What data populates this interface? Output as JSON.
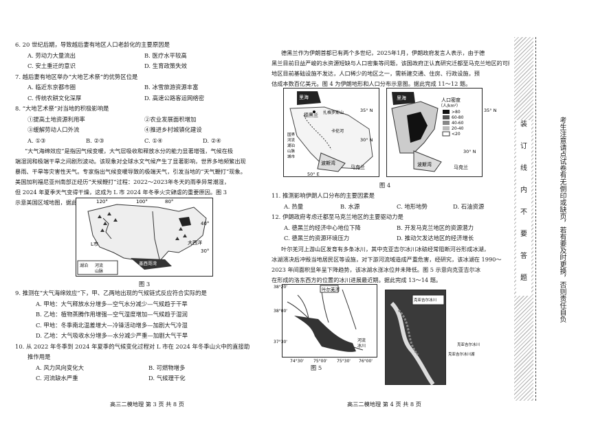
{
  "left": {
    "q6": {
      "stem": "6. 20 世纪后期，导致越后妻有地区人口老龄化的主要原因是",
      "options": [
        "A. 劳动力大量流出",
        "B. 医疗水平较高",
        "C. 安土重迁的意识",
        "D. 生育政策失效"
      ]
    },
    "q7": {
      "stem": "7. 越后妻有地区举办“大地艺术祭”的优势区位是",
      "options": [
        "A. 临近东京都市圈",
        "B. 冰雪旅游资源丰富",
        "C. 传统农耕文化深厚",
        "D. 高速公路客运网络密"
      ]
    },
    "q8": {
      "stem": "8. “大地艺术祭”对当地的积极影响是",
      "items": [
        "①提高土地资源利用率",
        "②农业发展面积增加",
        "③缓解劳动人口外流",
        "④推进乡村城镇化建设"
      ],
      "options": [
        "A. ①③",
        "B. ②③",
        "C. ①④",
        "D. ②④"
      ]
    },
    "passage": [
      "“大气海绵效应”是指因气候变暖，大气层吸收和释放水分的能力显著增强，气候在极",
      "端湿润和极端干旱之间剧烈波动。该现象对全球水文气候产生了显著影响，世界多地频繁出现",
      "暴雨、干旱等灾害性天气。专家指出气候变暖导致的极端天气，引发当地的“天气鞭打”现象。",
      "美国加利福尼亚州南部正经历“天候鞭打”过程：2022～2023年冬天的雨季异常潮湿，",
      "但 2024 年夏季天气变得干燥，这成为 L 市 2024 年冬季火灾肆虐的重要原因。图 3",
      "示意美国区域地图，据此完成 9～10 题。"
    ],
    "fig3": {
      "caption": "图 3",
      "lon_labels": [
        "120°",
        "100°",
        "80°"
      ],
      "lat_labels": [
        "40°",
        "30°"
      ],
      "city": "L市",
      "ocean": "大西洋",
      "gulf": "墨西哥湾",
      "legend": [
        "湖泊",
        "河流",
        "山脉"
      ]
    },
    "q9": {
      "stem": "9. 推测在“大气海绵效应”下，甲、乙两地出现的气候链式反应符合实际的是",
      "options": [
        "A. 甲地：大气释放水分增多—空气水分减少—气候趋于干旱",
        "B. 乙地：植物蒸腾作用增强—空气湿度增加—气候趋于湿润",
        "C. 甲地：冬季南北温差增大—冷锋活动增多—加剧大气冷湿",
        "D. 乙地：大气吸收水分增多—水分减少严重—加剧大气干旱"
      ]
    },
    "q10": {
      "stem1": "10. 从 2022 年冬季到 2024 年夏季的气候变化过程对 L 市在 2024 年冬季山火中的直接助",
      "stem2": "推作用是",
      "options": [
        "A. 风力风向变化大",
        "B. 可燃物增多",
        "C. 河流缺水严重",
        "D. 气候理干化"
      ]
    },
    "footer": "高三二模地理  第 3 页  共 8 页"
  },
  "right": {
    "passage1": [
      "德黑兰作为伊朗首都已有两个多世纪，2025年1月，伊朗政府发言人表示，由于德",
      "黑兰目前日益严峻的水资源短缺与人口密集等问题，该国政府正认真研究迁都至马克兰地区的可能性。马克兰",
      "地区目前基础设施不发达，人口稀少的地区之一，需新建交通、住房、行政设施，预",
      "估成本数百亿美元。图 4 为伊朗地形和人口分布示意图。据此完成 11～12 题。"
    ],
    "fig4": {
      "caption": "图 4",
      "labels_left": [
        "里海",
        "德黑兰",
        "扎格罗斯山",
        "卡伦河",
        "波斯湾",
        "马克兰"
      ],
      "legend_left": [
        "国界",
        "河流",
        "湖泊",
        "山脉",
        "城市"
      ],
      "lat_left": [
        "35° N",
        "30° N"
      ],
      "lon_left": "50° E",
      "labels_right": [
        "里海",
        "波斯湾",
        "马克兰"
      ],
      "density_title": "人口密度",
      "density_unit": "（人/km²）",
      "density_legend": [
        ">80",
        "60-80",
        "40-60",
        "20-40",
        "<20"
      ],
      "lat_right": [
        "35° N",
        "30° N"
      ]
    },
    "q11": {
      "stem": "11. 推测影响伊朗人口分布的主要因素是",
      "options": [
        "A. 热量",
        "B. 水源",
        "C. 地形地势",
        "D. 石油资源"
      ]
    },
    "q12": {
      "stem": "12. 伊朗政府考虑迁都至马克兰地区的主要驱动力是",
      "options": [
        "A. 德黑兰的经济中心地位下降",
        "B. 开发马克兰地区的资源潜力",
        "C. 德黑兰的资源环境压力",
        "D. 推动欠发达地区的经济增长"
      ]
    },
    "passage2": [
      "叶尔羌河上游山区发育有多条冰川，其中克亚吉尔冰川冰碛经常阻断河谷形成冰湖，",
      "冰湖溃决后冲毁当地居民区等设施，对下游河流域造成严重危害，经研究，该冰湖在 1990～",
      "2023 年间面积显年呈下降趋势，该冰湖水涨冰位并未降低。图 5 示意向克亚吉尔冰",
      "在形成的洛东西方的位置的冰川进展最近期。据此完成 13～14 题。"
    ],
    "fig5": {
      "caption": "图 5",
      "lat_labels": [
        "38°20'",
        "38°00'",
        "37°30'"
      ],
      "lon_labels": [
        "74°30'",
        "75°00'",
        "75°30'",
        "76°00'"
      ],
      "river_label": "叶尔羌河",
      "legend": [
        "河流",
        "冰川"
      ],
      "inset_title": "克亚吉尔冰川",
      "inset_legend": [
        "克亚吉尔冰川",
        "克亚吉尔冰川湖"
      ]
    },
    "footer": "高三二模地理  第 4 页  共 8 页"
  },
  "binding": {
    "labels": [
      "装",
      "订",
      "线",
      "内",
      "不",
      "要",
      "答",
      "题"
    ],
    "note": [
      "考生注意请点试卷有无倒印或缺页，若有要及时更换，否则责任自负"
    ]
  }
}
